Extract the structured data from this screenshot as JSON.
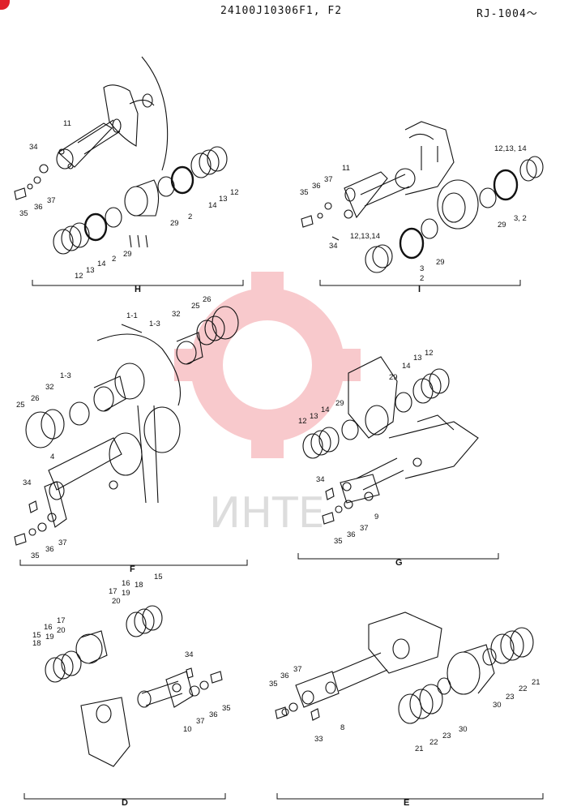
{
  "header": {
    "code": "24100J10306F1, F2",
    "ref": "RJ-1004～"
  },
  "watermark": {
    "text": "ИНТЕ"
  },
  "sections": [
    {
      "id": "H",
      "labels": [
        "11",
        "34",
        "35",
        "36",
        "37",
        "12",
        "13",
        "14",
        "2",
        "29",
        "29",
        "2",
        "14",
        "13",
        "12"
      ]
    },
    {
      "id": "I",
      "labels": [
        "11",
        "37",
        "36",
        "35",
        "34",
        "12,13,14",
        "3",
        "2",
        "29",
        "29",
        "3, 2",
        "12,13, 14"
      ]
    },
    {
      "id": "F",
      "labels": [
        "1-1",
        "1-3",
        "32",
        "25",
        "26",
        "1-3",
        "32",
        "25",
        "26",
        "4",
        "34",
        "35",
        "36",
        "37"
      ]
    },
    {
      "id": "G",
      "labels": [
        "29",
        "14",
        "13",
        "12",
        "12",
        "13",
        "14",
        "29",
        "34",
        "9",
        "35",
        "36",
        "37"
      ]
    },
    {
      "id": "D",
      "labels": [
        "15",
        "16",
        "17",
        "18",
        "19",
        "20",
        "15",
        "16",
        "17",
        "18",
        "19",
        "20",
        "34",
        "35",
        "36",
        "37",
        "10"
      ]
    },
    {
      "id": "E",
      "labels": [
        "35",
        "36",
        "37",
        "33",
        "8",
        "21",
        "22",
        "23",
        "30",
        "30",
        "23",
        "22",
        "21"
      ]
    }
  ]
}
